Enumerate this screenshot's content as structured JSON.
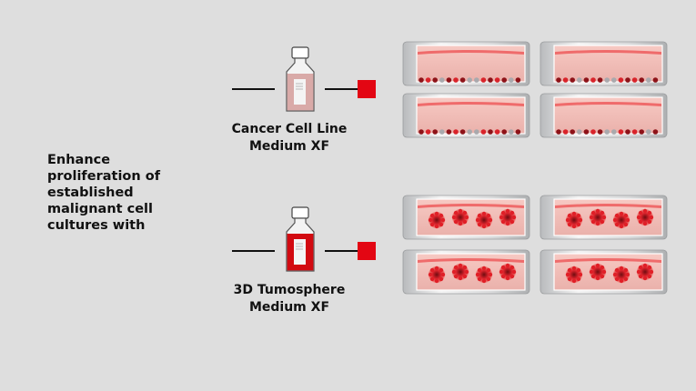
{
  "intro_text": "Enhance proliferation of established malignant cell cultures with",
  "products": [
    {
      "line1": "Cancer Cell Line",
      "line2": "Medium XF",
      "bottle_fill": "#d9aaa8",
      "culture": "monolayer"
    },
    {
      "line1": "3D Tumosphere",
      "line2": "Medium XF",
      "bottle_fill": "#d20a11",
      "culture": "spheroid"
    }
  ],
  "colors": {
    "accent": "#e30613",
    "background": "#dedede"
  }
}
